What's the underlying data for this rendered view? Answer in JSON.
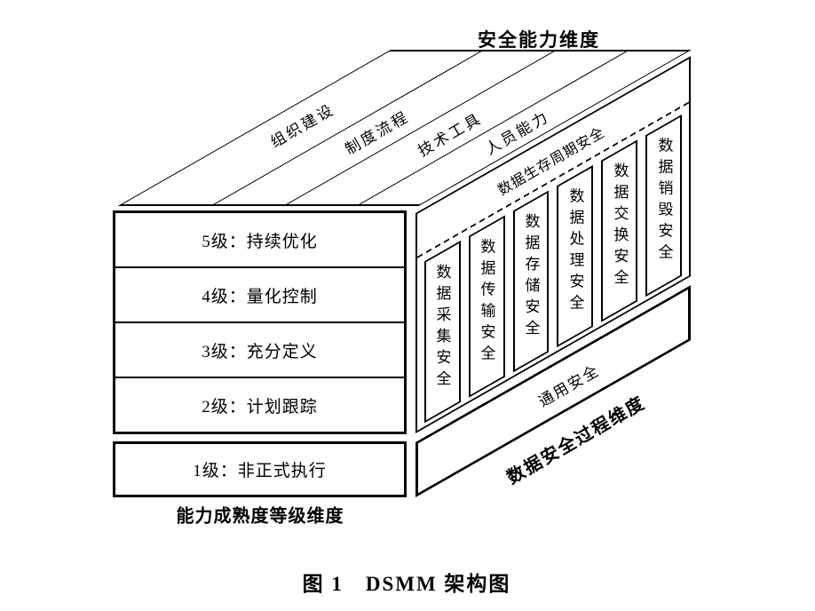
{
  "labels": {
    "capability_dimension": "安全能力维度",
    "caption": "图 1　DSMM 架构图"
  },
  "top_face": {
    "bands": [
      "组织建设",
      "制度流程",
      "技术工具",
      "人员能力"
    ]
  },
  "maturity": {
    "axis_label": "能力成熟度等级维度",
    "levels": [
      "5级：持续优化",
      "4级：量化控制",
      "3级：充分定义",
      "2级：计划跟踪",
      "1级：非正式执行"
    ]
  },
  "process": {
    "axis_label": "数据安全过程维度",
    "lifecycle_band_label": "数据生存周期安全",
    "lifecycle_stages": [
      "数据采集安全",
      "数据传输安全",
      "数据存储安全",
      "数据处理安全",
      "数据交换安全",
      "数据销毁安全"
    ],
    "general_security": "通用安全"
  },
  "colors": {
    "line": "#000000",
    "background": "#ffffff"
  }
}
